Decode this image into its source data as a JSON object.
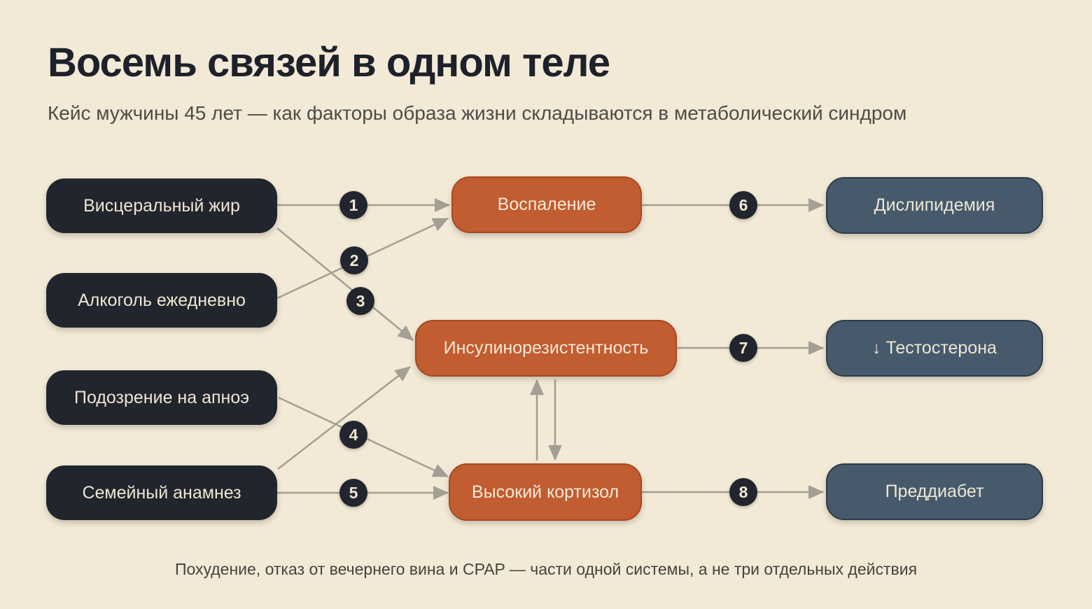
{
  "page": {
    "title": "Восемь связей в одном теле",
    "subtitle": "Кейс мужчины 45 лет — как факторы образа жизни складываются в метаболический синдром",
    "footer": "Похудение, отказ от вечернего вина и CPAP — части одной системы, а не три отдельных действия"
  },
  "nodes": {
    "causes": [
      {
        "label": "Висцеральный жир"
      },
      {
        "label": "Алкоголь ежедневно"
      },
      {
        "label": "Подозрение на апноэ"
      },
      {
        "label": "Семейный анамнез"
      }
    ],
    "mechanisms": [
      {
        "label": "Воспаление"
      },
      {
        "label": "Инсулинорезистентность"
      },
      {
        "label": "Высокий кортизол"
      }
    ],
    "outcomes": [
      {
        "label": "Дислипидемия"
      },
      {
        "label": "↓ Тестостерона"
      },
      {
        "label": "Преддиабет"
      }
    ]
  },
  "edges": [
    {
      "number": "1",
      "from": "Висцеральный жир",
      "to": "Воспаление"
    },
    {
      "number": "2",
      "from": "Алкоголь ежедневно",
      "to": "Воспаление"
    },
    {
      "number": "3",
      "from": "Висцеральный жир",
      "to": "Инсулинорезистентность"
    },
    {
      "number": "4",
      "from": "Подозрение на апноэ",
      "to": "Высокий кортизол"
    },
    {
      "number": "5",
      "from": "Семейный анамнез",
      "to": "Высокий кортизол"
    },
    {
      "number": "6",
      "from": "Воспаление",
      "to": "Дислипидемия"
    },
    {
      "number": "7",
      "from": "Инсулинорезистентность",
      "to": "↓ Тестостерона"
    },
    {
      "number": "8",
      "from": "Высокий кортизол",
      "to": "Преддиабет"
    }
  ],
  "extra_links": [
    {
      "from": "Семейный анамнез",
      "to": "Инсулинорезистентность"
    },
    {
      "from": "Инсулинорезистентность",
      "to": "Высокий кортизол",
      "bidirectional": true
    }
  ],
  "colors": {
    "background": "#f2e9d7",
    "cause_fill": "#21252d",
    "mechanism_fill": "#c25c31",
    "mechanism_border": "#a8481f",
    "outcome_fill": "#465a6c",
    "outcome_border": "#2d3c4b",
    "arrow": "#a49e94",
    "badge_fill": "#21252d",
    "light_text": "#efe6d1",
    "title_text": "#1d212a"
  }
}
